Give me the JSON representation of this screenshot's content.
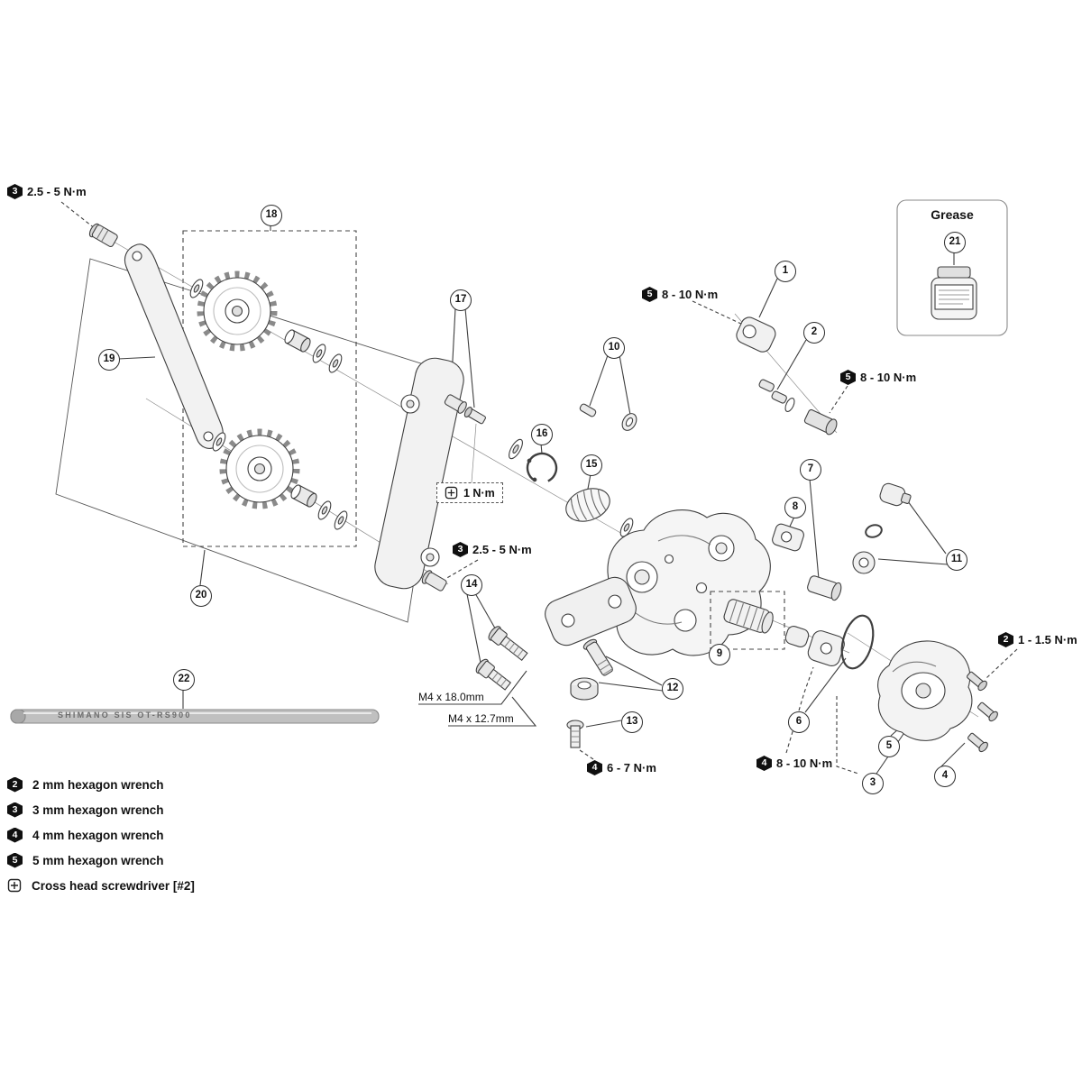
{
  "figure": {
    "type": "exploded-parts-diagram",
    "subject": "rear derailleur"
  },
  "callouts": {
    "c1": "1",
    "c2": "2",
    "c3": "3",
    "c4": "4",
    "c5": "5",
    "c6": "6",
    "c7": "7",
    "c8": "8",
    "c9": "9",
    "c10": "10",
    "c11": "11",
    "c12": "12",
    "c13": "13",
    "c14": "14",
    "c15": "15",
    "c16": "16",
    "c17": "17",
    "c18": "18",
    "c19": "19",
    "c20": "20",
    "c21": "21",
    "c22": "22"
  },
  "torque": {
    "t1": {
      "tool": "3",
      "text": "2.5 - 5 N·m"
    },
    "t2": {
      "tool": "5",
      "text": "8 - 10 N·m"
    },
    "t3": {
      "tool": "5",
      "text": "8 - 10 N·m"
    },
    "t4": {
      "tool": "3",
      "text": "2.5 - 5 N·m"
    },
    "t5": {
      "tool": "4",
      "text": "6 - 7 N·m"
    },
    "t6": {
      "tool": "4",
      "text": "8 - 10 N·m"
    },
    "t7": {
      "tool": "2",
      "text": "1 - 1.5 N·m"
    },
    "screw_note": {
      "text": "1 N·m"
    }
  },
  "grease": {
    "title": "Grease"
  },
  "bolt_sizes": {
    "long": "M4 x 18.0mm",
    "short": "M4 x 12.7mm"
  },
  "cable": {
    "marking": "SHIMANO SIS OT-RS900"
  },
  "legend": {
    "items": [
      {
        "badge": "2",
        "label": "2 mm hexagon wrench"
      },
      {
        "badge": "3",
        "label": "3 mm hexagon wrench"
      },
      {
        "badge": "4",
        "label": "4 mm hexagon wrench"
      },
      {
        "badge": "5",
        "label": "5 mm hexagon wrench"
      }
    ],
    "screwdriver": {
      "label": "Cross head screwdriver [#2]"
    }
  }
}
